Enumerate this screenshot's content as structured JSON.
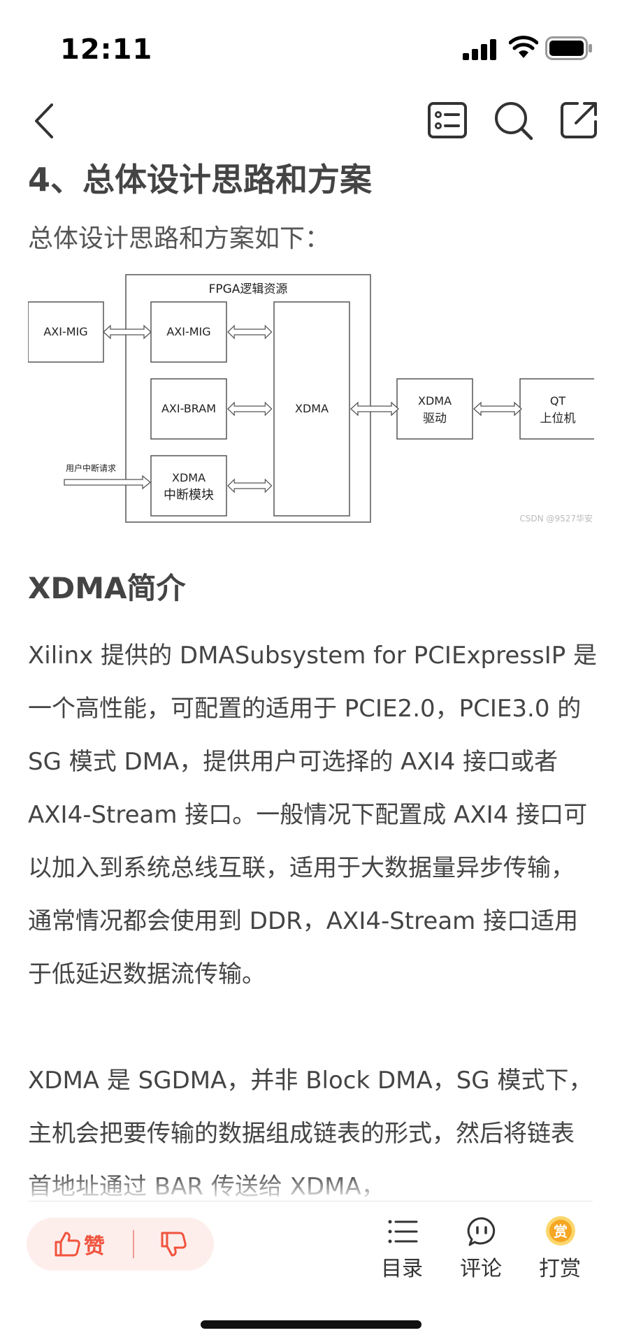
{
  "status": {
    "time": "12:11"
  },
  "article": {
    "section_title": "4、总体设计思路和方案",
    "lead": "总体设计思路和方案如下：",
    "diagram": {
      "container_label": "FPGA逻辑资源",
      "external_mig": "AXI-MIG",
      "inner_mig": "AXI-MIG",
      "bram": "AXI-BRAM",
      "xdma": "XDMA",
      "int_line1": "XDMA",
      "int_line2": "中断模块",
      "driver_line1": "XDMA",
      "driver_line2": "驱动",
      "qt_line1": "QT",
      "qt_line2": "上位机",
      "user_int": "用户中断请求",
      "watermark": "CSDN @9527华安"
    },
    "intro_title": "XDMA简介",
    "para1": "Xilinx 提供的 DMASubsystem for PCIExpressIP 是一个高性能，可配置的适用于 PCIE2.0，PCIE3.0 的 SG 模式 DMA，提供用户可选择的 AXI4 接口或者 AXI4-Stream 接口。一般情况下配置成 AXI4 接口可以加入到系统总线互联，适用于大数据量异步传输，通常情况都会使用到 DDR，AXI4-Stream 接口适用于低延迟数据流传输。",
    "para2": "XDMA 是 SGDMA，并非 Block DMA，SG 模式下，主机会把要传输的数据组成链表的形式，然后将链表首地址通过 BAR 传送给 XDMA，"
  },
  "bottom": {
    "like_label": "赞",
    "toc_label": "目录",
    "comment_label": "评论",
    "reward_label": "打赏",
    "reward_badge": "赏"
  },
  "icons": {
    "back": "chevron-left-icon",
    "toc": "list-icon",
    "search": "search-icon",
    "share": "share-icon",
    "like": "thumbs-up-icon",
    "dislike": "thumbs-down-icon",
    "menu": "menu-icon",
    "comment": "comment-icon",
    "reward": "coin-icon"
  },
  "colors": {
    "accent": "#f0533d",
    "reward": "#f5a623",
    "text": "#444444"
  }
}
